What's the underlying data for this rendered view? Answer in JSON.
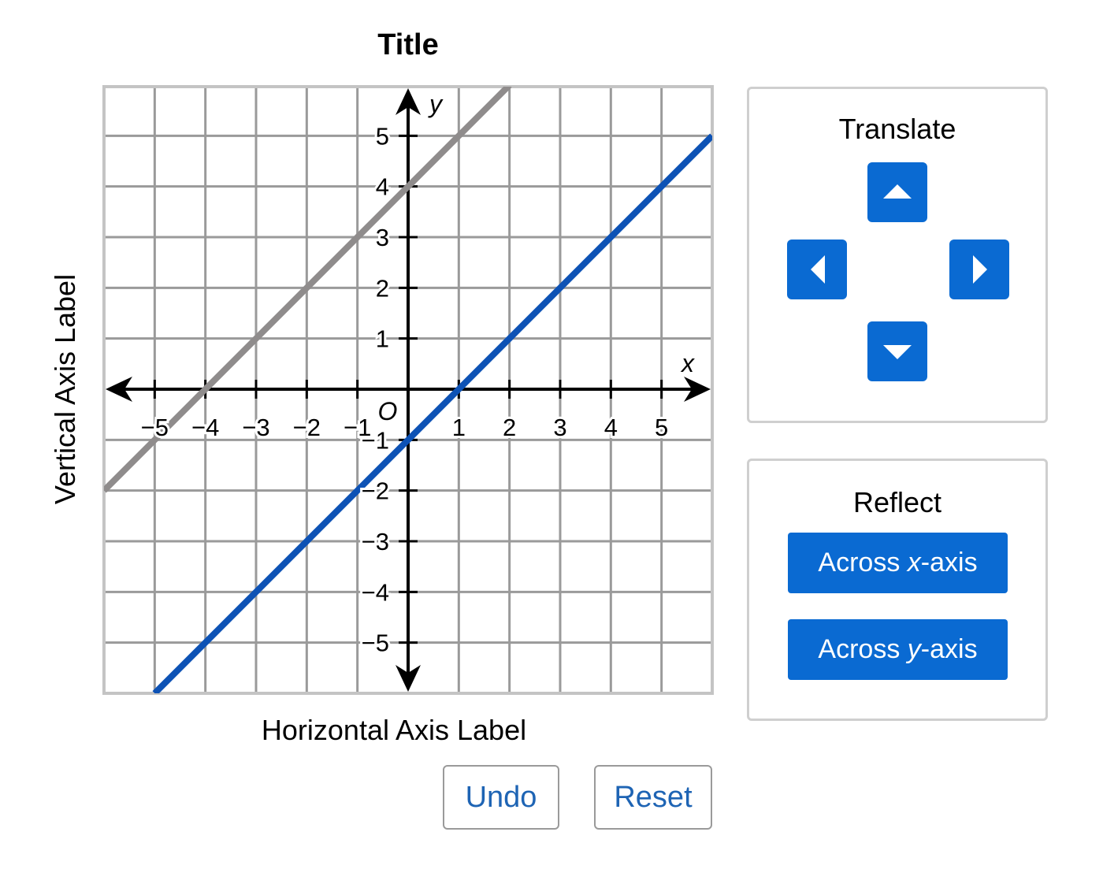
{
  "chart_data": {
    "type": "line",
    "title": "Title",
    "xlabel": "Horizontal Axis Label",
    "ylabel": "Vertical Axis Label",
    "axis_x_name": "x",
    "axis_y_name": "y",
    "origin_label": "O",
    "xlim": [
      -6,
      6
    ],
    "ylim": [
      -6,
      6
    ],
    "x_ticks": [
      -5,
      -4,
      -3,
      -2,
      -1,
      1,
      2,
      3,
      4,
      5
    ],
    "y_ticks": [
      -5,
      -4,
      -3,
      -2,
      -1,
      1,
      2,
      3,
      4,
      5
    ],
    "x_tick_labels": [
      "−5",
      "−4",
      "−3",
      "−2",
      "−1",
      "1",
      "2",
      "3",
      "4",
      "5"
    ],
    "y_tick_labels": [
      "−5",
      "−4",
      "−3",
      "−2",
      "−1",
      "1",
      "2",
      "3",
      "4",
      "5"
    ],
    "grid": true,
    "series": [
      {
        "x": [
          -6,
          2
        ],
        "y": [
          -2,
          6
        ],
        "color": "#8f8c8c"
      },
      {
        "x": [
          -5,
          6
        ],
        "y": [
          -6,
          5
        ],
        "color": "#0d52b5"
      }
    ]
  },
  "translate": {
    "title": "Translate",
    "up_icon": "triangle-up-icon",
    "down_icon": "triangle-down-icon",
    "left_icon": "triangle-left-icon",
    "right_icon": "triangle-right-icon"
  },
  "reflect": {
    "title": "Reflect",
    "x_prefix": "Across ",
    "x_var": "x",
    "x_suffix": "-axis",
    "y_prefix": "Across ",
    "y_var": "y",
    "y_suffix": "-axis"
  },
  "actions": {
    "undo_label": "Undo",
    "reset_label": "Reset"
  },
  "colors": {
    "button_blue": "#0a6ad2",
    "grid_gray": "#9a9a9a",
    "line_gray": "#8f8c8c",
    "line_blue": "#0d52b5",
    "text_blue": "#1e64b4"
  }
}
